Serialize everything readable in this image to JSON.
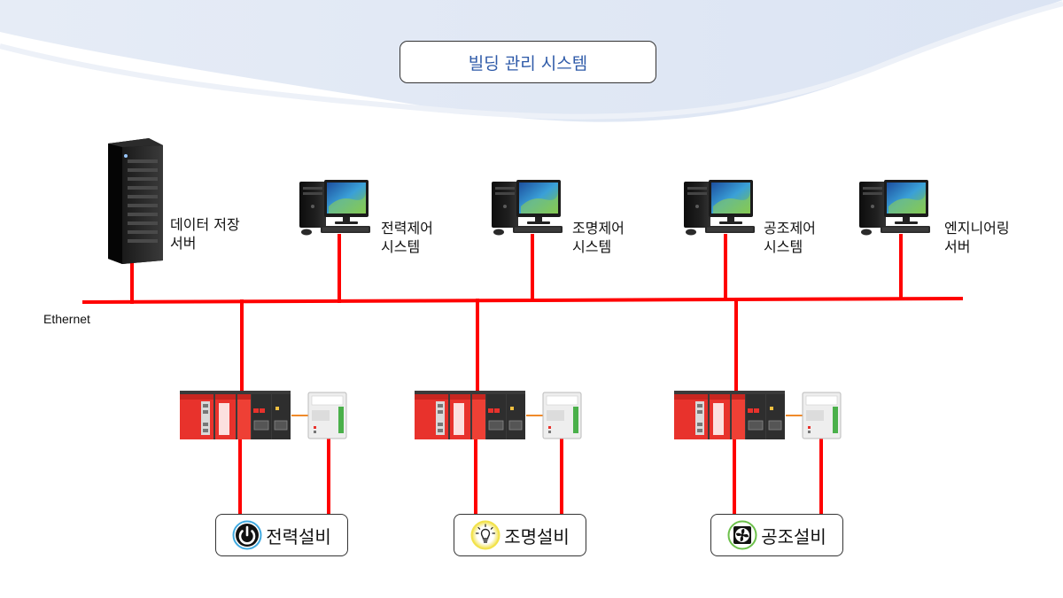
{
  "title": "빌딩 관리 시스템",
  "network_label": "Ethernet",
  "servers": [
    {
      "line1": "데이터 저장",
      "line2": "서버"
    },
    {
      "line1": "전력제어",
      "line2": "시스템"
    },
    {
      "line1": "조명제어",
      "line2": "시스템"
    },
    {
      "line1": "공조제어",
      "line2": "시스템"
    },
    {
      "line1": "엔지니어링",
      "line2": "서버"
    }
  ],
  "equipment": [
    {
      "label": "전력설비",
      "icon": "power-icon"
    },
    {
      "label": "조명설비",
      "icon": "lightbulb-icon"
    },
    {
      "label": "공조설비",
      "icon": "fan-icon"
    }
  ],
  "colors": {
    "network_line": "#ff0000",
    "title_text": "#2e5aa8",
    "plc_red": "#e8322c"
  }
}
